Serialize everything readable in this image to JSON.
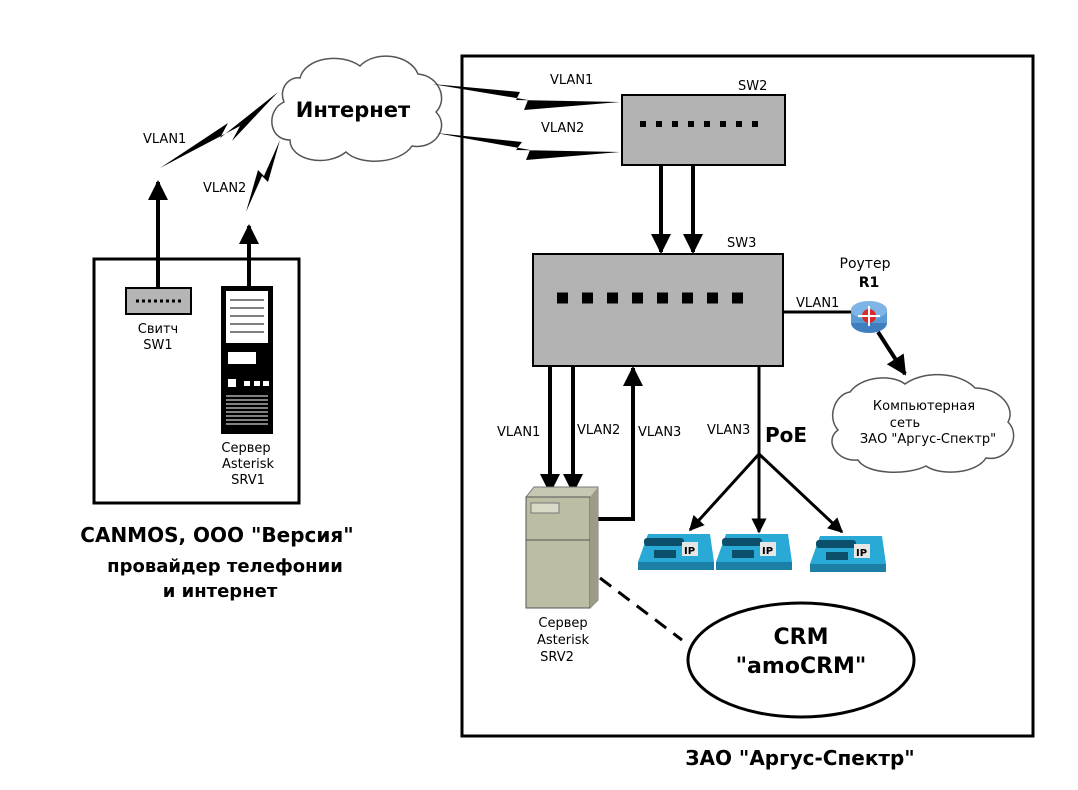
{
  "internet_label": "Интернет",
  "provider": {
    "vlan1": "VLAN1",
    "vlan2": "VLAN2",
    "switch_label_1": "Свитч",
    "switch_label_2": "SW1",
    "server_label_1": "Сервер",
    "server_label_2": "Asterisk",
    "server_label_3": "SRV1",
    "title_1": "CANMOS, ООО \"Версия\"",
    "title_2": "провайдер телефонии",
    "title_3": "и интернет"
  },
  "company": {
    "link_vlan1": "VLAN1",
    "link_vlan2": "VLAN2",
    "sw2_label": "SW2",
    "sw3_label": "SW3",
    "router_label_1": "Роутер",
    "router_label_2": "R1",
    "router_vlan": "VLAN1",
    "lan_label_1": "Компьютерная",
    "lan_label_2": "сеть",
    "lan_label_3": "ЗАО \"Аргус-Спектр\"",
    "srv2_vlan1": "VLAN1",
    "srv2_vlan2": "VLAN2",
    "srv2_vlan3": "VLAN3",
    "phones_vlan3": "VLAN3",
    "poe_label": "PoE",
    "server_label_1": "Сервер",
    "server_label_2": "Asterisk",
    "server_label_3": "SRV2",
    "crm_label_1": "CRM",
    "crm_label_2": "\"amoCRM\"",
    "ip_badge": "IP",
    "title": "ЗАО \"Аргус-Спектр\""
  }
}
